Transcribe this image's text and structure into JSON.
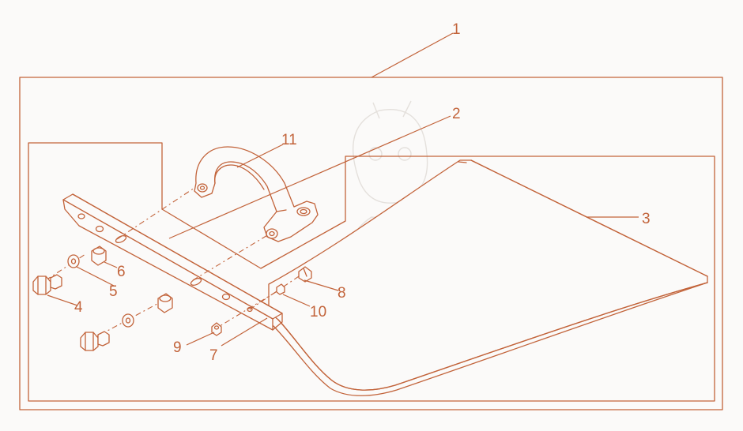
{
  "callouts": {
    "c1": "1",
    "c2": "2",
    "c3": "3",
    "c4": "4",
    "c5": "5",
    "c6": "6",
    "c7": "7",
    "c8": "8",
    "c9": "9",
    "c10": "10",
    "c11": "11"
  },
  "colors": {
    "line": "#c2633a",
    "background": "#fbfaf9",
    "watermark": "#e4e0dc"
  }
}
